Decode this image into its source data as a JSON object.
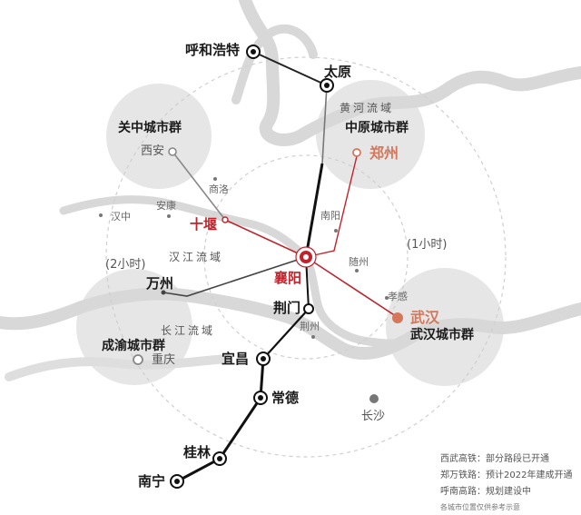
{
  "cities": {
    "huhehaote": "呼和浩特",
    "taiyuan": "太原",
    "zhengzhou": "郑州",
    "xian": "西安",
    "shangluo": "商洛",
    "ankang": "安康",
    "hanzhong": "汉中",
    "shiyan": "十堰",
    "nanyang": "南阳",
    "xiangyang": "襄阳",
    "suizhou": "随州",
    "xiaogan": "孝感",
    "wuhan": "武汉",
    "wanzhou": "万州",
    "jingmen": "荆门",
    "jingzhou": "荆州",
    "chongqing": "重庆",
    "yichang": "宜昌",
    "changde": "常德",
    "changsha": "长沙",
    "guilin": "桂林",
    "nanning": "南宁"
  },
  "clusters": {
    "guanzhong": "关中城市群",
    "zhongyuan": "中原城市群",
    "chengyu": "成渝城市群",
    "wuhan": "武汉城市群"
  },
  "rivers": {
    "huanghe": "黄河流域",
    "hanjiang": "汉江流域",
    "changjiang": "长江流域"
  },
  "rings": {
    "two_hour": "(2小时)",
    "one_hour": "(1小时)"
  },
  "legend": {
    "line1": "西武高铁：部分路段已开通",
    "line2": "郑万铁路：预计2022年建成开通",
    "line3": "呼南高路：规划建设中",
    "note": "各城市位置仅供参考示意"
  },
  "colors": {
    "red_line": "#c0232b",
    "orange_city": "#d4775a",
    "black_line": "#111111",
    "gray_line": "#888888",
    "cluster_fill": "#e4e4e4",
    "river": "#d6d6d6"
  }
}
